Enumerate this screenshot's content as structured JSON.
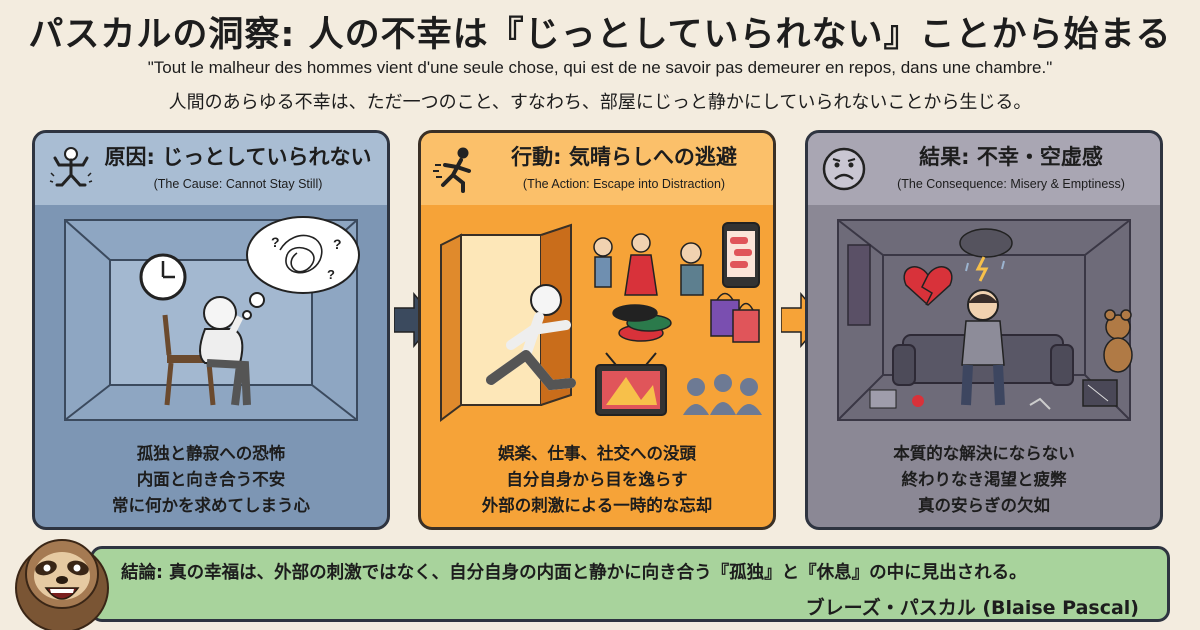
{
  "title": "パスカルの洞察: 人の不幸は『じっとしていられない』ことから始まる",
  "quote_fr": "\"Tout le malheur des hommes vient d'une seule chose, qui est de ne savoir pas demeurer en repos, dans une chambre.\"",
  "quote_ja": "人間のあらゆる不幸は、ただ一つのこと、すなわち、部屋にじっと静かにしていられないことから生じる。",
  "panels": [
    {
      "heading_ja": "原因: じっとしていられない",
      "heading_en": "(The Cause: Cannot Stay Still)",
      "lines": [
        "孤独と静寂への恐怖",
        "内面と向き合う不安",
        "常に何かを求めてしまう心"
      ],
      "icon": "restless-person-icon",
      "color": "#7d96b4"
    },
    {
      "heading_ja": "行動: 気晴らしへの逃避",
      "heading_en": "(The Action: Escape into Distraction)",
      "lines": [
        "娯楽、仕事、社交への没頭",
        "自分自身から目を逸らす",
        "外部の刺激による一時的な忘却"
      ],
      "icon": "running-person-icon",
      "color": "#f6a338"
    },
    {
      "heading_ja": "結果: 不幸・空虚感",
      "heading_en": "(The Consequence: Misery & Emptiness)",
      "lines": [
        "本質的な解決にならない",
        "終わりなき渇望と疲弊",
        "真の安らぎの欠如"
      ],
      "icon": "sad-face-icon",
      "color": "#8b8895"
    }
  ],
  "conclusion": {
    "text": "結論: 真の幸福は、外部の刺激ではなく、自分自身の内面と静かに向き合う『孤独』と『休息』の中に見出される。",
    "author": "ブレーズ・パスカル (Blaise Pascal)",
    "color": "#a8d39c"
  }
}
